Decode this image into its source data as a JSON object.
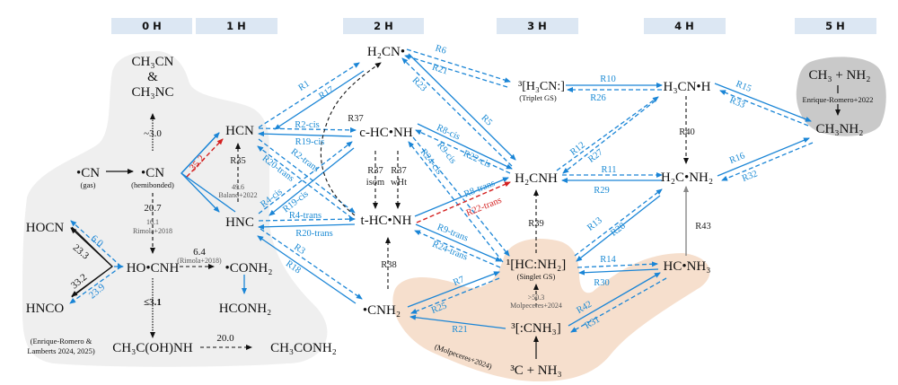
{
  "headers": [
    "0 H",
    "1 H",
    "2 H",
    "3 H",
    "4 H",
    "5 H"
  ],
  "colors": {
    "header_bg": "#dce7f3",
    "gray_region": "#efefef",
    "peach_region": "#f6dfcd",
    "dark_gray_region": "#c9c9c9",
    "blue": "#1a85d6",
    "red": "#d42020",
    "black": "#111111"
  },
  "species": {
    "ch3cn_line1": "CH₃CN",
    "ch3cn_amp": "&",
    "ch3cn_line2": "CH₃NC",
    "cn_gas": "•CN",
    "cn_gas_note": "(gas)",
    "cn_hemi": "•CN",
    "cn_hemi_note": "(hemibonded)",
    "hocn": "HOCN",
    "hnco": "HNCO",
    "hocnh": "HO•CNH",
    "conh2": "•CONH₂",
    "hconh2": "HCONH₂",
    "ch3cohnh": "CH₃C(OH)NH",
    "ch3conh2": "CH₃CONH₂",
    "hcn": "HCN",
    "hnc": "HNC",
    "h2cn": "H₂CN•",
    "c_hcnh": "c-HC•NH",
    "t_hcnh": "t-HC•NH",
    "cnh2": "•CNH₂",
    "triplet_h3cn": "³[H₃CN:]",
    "triplet_h3cn_note": "(Triplet GS)",
    "h2cnh": "H₂CNH",
    "singlet_hcnh2": "¹[HC:NH₂]",
    "singlet_hcnh2_note": "(Singlet GS)",
    "triplet_cnh3": "³[:CNH₃]",
    "c_nh3": "³C + NH₃",
    "h3cnh": "H₃CN•H",
    "h2cnh2": "H₂C•NH₂",
    "hcnh3": "HC•NH₃",
    "ch3_nh2": "CH₃ + NH₂",
    "ch3nh2": "CH₃NH₂"
  },
  "values": {
    "v_3_0": "~3.0",
    "v_20_7": "20.7",
    "v_16_1": "16.1",
    "rimola_2018": "Rimola+2018",
    "v_6_4": "6.4",
    "rimola_2018_paren": "(Rimola+2018)",
    "v_le_3_1": "≤3.1",
    "v_20_0": "20.0",
    "v_6_0": "6.0",
    "v_23_3": "23.3",
    "v_33_2": "33.2",
    "v_23_9": "23.9",
    "v_35_2": "35.2",
    "v_49_6": "49.6",
    "balano_2022": "Balano+2022",
    "v_50_3": ">50.3",
    "molpeceres_2024": "Molpeceres+2024",
    "molpeceres_2024_paren": "(Molpeceres+2024)",
    "enrique_lamberts_1": "(Enrique-Romero &",
    "enrique_lamberts_2": "Lamberts 2024, 2025)",
    "enrique_2022": "Enrique-Romero+2022"
  },
  "reactions": {
    "R1": "R1",
    "R17": "R17",
    "R2cis": "R2-cis",
    "R19cis_top": "R19-cis",
    "R2trans": "R2-trans",
    "R20trans_top": "R20-trans",
    "R4cis": "R4-cis",
    "R19cis_bot": "R19-cis",
    "R4trans": "R4-trans",
    "R20trans_bot": "R20-trans",
    "R3": "R3",
    "R18": "R18",
    "R35": "R35",
    "R37": "R37",
    "R37isom_1": "R37",
    "R37isom_2": "isom",
    "R37wht_1": "R37",
    "R37wht_2": "wHt",
    "R38": "R38",
    "R6": "R6",
    "R21a": "R21",
    "R23": "R23",
    "R5": "R5",
    "R8cis": "R8-cis",
    "R22cis": "R22-cis",
    "R9cis": "R9-cis",
    "R24cis": "R24-cis",
    "R8trans": "R8-trans",
    "R22trans": "R22-trans",
    "R9trans": "R9-trans",
    "R24trans": "R24-trans",
    "R7": "R7",
    "R25": "R25",
    "R21b": "R21",
    "R10": "R10",
    "R26": "R26",
    "R12": "R12",
    "R27": "R27",
    "R11": "R11",
    "R29": "R29",
    "R13": "R13",
    "R28": "R28",
    "R39": "R39",
    "R40": "R40",
    "R43": "R43",
    "R14": "R14",
    "R30": "R30",
    "R42": "R42",
    "R31": "R31",
    "R15": "R15",
    "R33": "R33",
    "R16": "R16",
    "R32": "R32"
  }
}
